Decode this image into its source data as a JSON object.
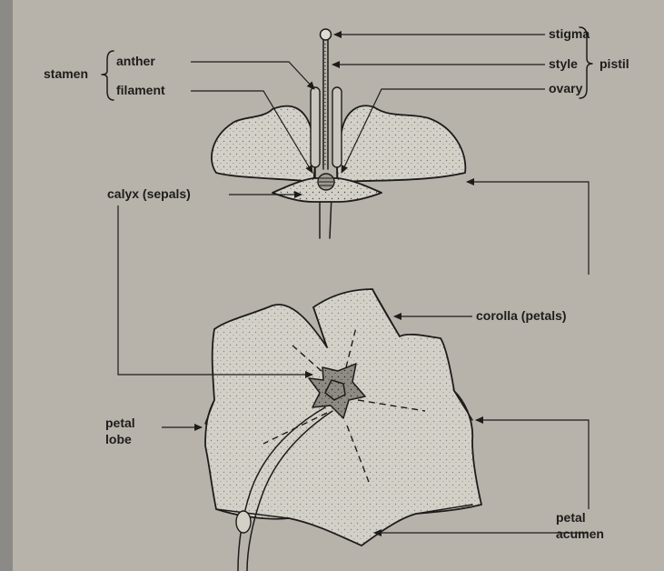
{
  "labels": {
    "stamen": "stamen",
    "anther": "anther",
    "filament": "filament",
    "stigma": "stigma",
    "style": "style",
    "ovary": "ovary",
    "pistil": "pistil",
    "calyx": "calyx (sepals)",
    "corolla": "corolla (petals)",
    "petal_lobe_1": "petal",
    "petal_lobe_2": "lobe",
    "petal_acumen_1": "petal",
    "petal_acumen_2": "acumen"
  },
  "colors": {
    "paper": "#b7b3ab",
    "ink": "#1e1c1a",
    "petal_fill": "#d3d0c8"
  }
}
